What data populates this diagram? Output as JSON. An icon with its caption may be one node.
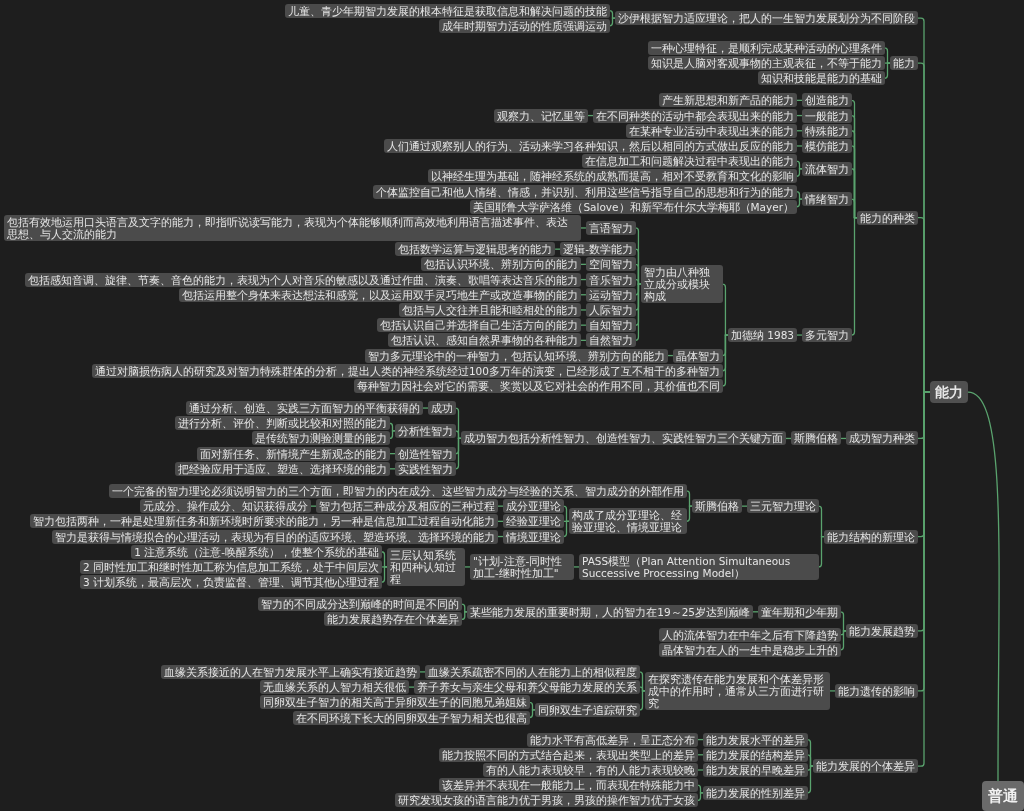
{
  "diagram": {
    "nodes": [
      {
        "text": [
          "能力"
        ]
      },
      {
        "text": [
          "沙伊根据智力适应理论，把人的一生智力发展划分为不同阶段"
        ]
      },
      {
        "text": [
          "儿童、青少年期智力发展的根本特征是获取信息和解决问题的技能"
        ]
      },
      {
        "text": [
          "成年时期智力活动的性质强调运动"
        ]
      },
      {
        "text": [
          "能力"
        ]
      },
      {
        "text": [
          "一种心理特征，是顺利完成某种活动的心理条件"
        ]
      },
      {
        "text": [
          "知识是人脑对客观事物的主观表征，不等于能力"
        ]
      },
      {
        "text": [
          "知识和技能是能力的基础"
        ]
      },
      {
        "text": [
          "能力的种类"
        ]
      },
      {
        "text": [
          "创造能力"
        ]
      },
      {
        "text": [
          "产生新思想和新产品的能力"
        ]
      },
      {
        "text": [
          "一般能力"
        ]
      },
      {
        "text": [
          "在不同种类的活动中都会表现出来的能力"
        ]
      },
      {
        "text": [
          "观察力、记忆里等"
        ]
      },
      {
        "text": [
          "特殊能力"
        ]
      },
      {
        "text": [
          "在某种专业活动中表现出来的能力"
        ]
      },
      {
        "text": [
          "模仿能力"
        ]
      },
      {
        "text": [
          "人们通过观察别人的行为、活动来学习各种知识，然后以相同的方式做出反应的能力"
        ]
      },
      {
        "text": [
          "流体智力"
        ]
      },
      {
        "text": [
          "在信息加工和问题解决过程中表现出的能力"
        ]
      },
      {
        "text": [
          "以神经生理为基础，随神经系统的成熟而提高，相对不受教育和文化的影响"
        ]
      },
      {
        "text": [
          "情绪智力"
        ]
      },
      {
        "text": [
          "个体监控自己和他人情绪、情感，并识别、利用这些信号指导自己的思想和行为的能力"
        ]
      },
      {
        "text": [
          "美国耶鲁大学萨洛维（Salove）和新罕布什尔大学梅耶（Mayer）"
        ]
      },
      {
        "text": [
          "多元智力"
        ]
      },
      {
        "text": [
          "加德纳 1983"
        ]
      },
      {
        "text": [
          "智力由八种独立成分或模块构成"
        ]
      },
      {
        "text": [
          "言语智力"
        ]
      },
      {
        "text": [
          "包括有效地运用口头语言及文字的能力，即指听说读写能力，表现为个体能够顺利而高效地利用语言描述事件、表达思想、与人交流的能力"
        ]
      },
      {
        "text": [
          "逻辑-数学能力"
        ]
      },
      {
        "text": [
          "包括数学运算与逻辑思考的能力"
        ]
      },
      {
        "text": [
          "空间智力"
        ]
      },
      {
        "text": [
          "包括认识环境、辨别方向的能力"
        ]
      },
      {
        "text": [
          "音乐智力"
        ]
      },
      {
        "text": [
          "包括感知音调、旋律、节奏、音色的能力，表现为个人对音乐的敏感以及通过作曲、演奏、歌唱等表达音乐的能力"
        ]
      },
      {
        "text": [
          "运动智力"
        ]
      },
      {
        "text": [
          "包括运用整个身体来表达想法和感觉，以及运用双手灵巧地生产或改造事物的能力"
        ]
      },
      {
        "text": [
          "人际智力"
        ]
      },
      {
        "text": [
          "包括与人交往并且能和睦相处的能力"
        ]
      },
      {
        "text": [
          "自知智力"
        ]
      },
      {
        "text": [
          "包括认识自己并选择自己生活方向的能力"
        ]
      },
      {
        "text": [
          "自然智力"
        ]
      },
      {
        "text": [
          "包括认识、感知自然界事物的各种能力"
        ]
      },
      {
        "text": [
          "晶体智力"
        ]
      },
      {
        "text": [
          "智力多元理论中的一种智力，包括认知环境、辨别方向的能力"
        ]
      },
      {
        "text": [
          "通过对脑损伤病人的研究及对智力特殊群体的分析，提出人类的神经系统经过100多万年的演变，已经形成了互不相干的多种智力"
        ]
      },
      {
        "text": [
          "每种智力因社会对它的需要、奖赏以及它对社会的作用不同，其价值也不同"
        ]
      },
      {
        "text": [
          "成功智力种类"
        ]
      },
      {
        "text": [
          "斯腾伯格"
        ]
      },
      {
        "text": [
          "成功智力包括分析性智力、创造性智力、实践性智力三个关键方面"
        ]
      },
      {
        "text": [
          "成功"
        ]
      },
      {
        "text": [
          "通过分析、创造、实践三方面智力的平衡获得的"
        ]
      },
      {
        "text": [
          "分析性智力"
        ]
      },
      {
        "text": [
          "进行分析、评价、判断或比较和对照的能力"
        ]
      },
      {
        "text": [
          "是传统智力测验测量的能力"
        ]
      },
      {
        "text": [
          "创造性智力"
        ]
      },
      {
        "text": [
          "面对新任务、新情境产生新观念的能力"
        ]
      },
      {
        "text": [
          "实践性智力"
        ]
      },
      {
        "text": [
          "把经验应用于适应、塑造、选择环境的能力"
        ]
      },
      {
        "text": [
          "能力结构的新理论"
        ]
      },
      {
        "text": [
          "三元智力理论"
        ]
      },
      {
        "text": [
          "斯腾伯格"
        ]
      },
      {
        "text": [
          "一个完备的智力理论必须说明智力的三个方面，即智力的内在成分、这些智力成分与经验的关系、智力成分的外部作用"
        ]
      },
      {
        "text": [
          "构成了成分亚理论、经验亚理论、情境亚理论"
        ]
      },
      {
        "text": [
          "成分亚理论"
        ]
      },
      {
        "text": [
          "智力包括三种成分及相应的三种过程"
        ]
      },
      {
        "text": [
          "元成分、操作成分、知识获得成分"
        ]
      },
      {
        "text": [
          "经验亚理论"
        ]
      },
      {
        "text": [
          "智力包括两种，一种是处理新任务和新环境时所要求的能力，另一种是信息加工过程自动化能力"
        ]
      },
      {
        "text": [
          "情境亚理论"
        ]
      },
      {
        "text": [
          "智力是获得与情境拟合的心理活动，表现为有目的的适应环境、塑造环境、选择环境的能力"
        ]
      },
      {
        "text": [
          "PASS模型（Plan Attention Simultaneous Successive Processing Model）"
        ]
      },
      {
        "text": [
          "\"计划-注意-同时性加工-继时性加工\""
        ]
      },
      {
        "text": [
          "三层认知系统和四种认知过程"
        ]
      },
      {
        "text": [
          "1 注意系统（注意-唤醒系统），使整个系统的基础"
        ]
      },
      {
        "text": [
          "2 同时性加工和继时性加工称为信息加工系统，处于中间层次"
        ]
      },
      {
        "text": [
          "3 计划系统，最高层次，负责监督、管理、调节其他心理过程"
        ]
      },
      {
        "text": [
          "能力发展趋势"
        ]
      },
      {
        "text": [
          "童年期和少年期"
        ]
      },
      {
        "text": [
          "某些能力发展的重要时期，人的智力在19～25岁达到巅峰"
        ]
      },
      {
        "text": [
          "智力的不同成分达到巅峰的时间是不同的"
        ]
      },
      {
        "text": [
          "能力发展趋势存在个体差异"
        ]
      },
      {
        "text": [
          "人的流体智力在中年之后有下降趋势"
        ]
      },
      {
        "text": [
          "晶体智力在人的一生中是稳步上升的"
        ]
      },
      {
        "text": [
          "能力遗传的影响"
        ]
      },
      {
        "text": [
          "在探究遗传在能力发展和个体差异形成中的作用时，通常从三方面进行研究"
        ]
      },
      {
        "text": [
          "血缘关系疏密不同的人在能力上的相似程度"
        ]
      },
      {
        "text": [
          "血缘关系接近的人在智力发展水平上确实有接近趋势"
        ]
      },
      {
        "text": [
          "养子养女与亲生父母和养父母能力发展的关系"
        ]
      },
      {
        "text": [
          "无血缘关系的人智力相关很低"
        ]
      },
      {
        "text": [
          "同卵双生子追踪研究"
        ]
      },
      {
        "text": [
          "同卵双生子智力的相关高于异卵双生子的同胞兄弟姐妹"
        ]
      },
      {
        "text": [
          "在不同环境下长大的同卵双生子智力相关也很高"
        ]
      },
      {
        "text": [
          "能力发展的个体差异"
        ]
      },
      {
        "text": [
          "能力发展水平的差异"
        ]
      },
      {
        "text": [
          "能力水平有高低差异，呈正态分布"
        ]
      },
      {
        "text": [
          "能力发展的结构差异"
        ]
      },
      {
        "text": [
          "能力按照不同的方式结合起来，表现出类型上的差异"
        ]
      },
      {
        "text": [
          "能力发展的早晚差异"
        ]
      },
      {
        "text": [
          "有的人能力表现较早，有的人能力表现较晚"
        ]
      },
      {
        "text": [
          "能力发展的性别差异"
        ]
      },
      {
        "text": [
          "该差异并不表现在一般能力上，而表现在特殊能力中"
        ]
      },
      {
        "text": [
          "研究发现女孩的语言能力优于男孩，男孩的操作智力优于女孩"
        ]
      },
      {
        "text": [
          "普通"
        ]
      }
    ],
    "edges": [
      {
        "from": 0,
        "to": 1,
        "arrow": "none"
      },
      {
        "from": 1,
        "to": 2,
        "arrow": "none"
      },
      {
        "from": 1,
        "to": 3,
        "arrow": "none"
      },
      {
        "from": 0,
        "to": 4,
        "arrow": "none"
      },
      {
        "from": 4,
        "to": 5,
        "arrow": "none"
      },
      {
        "from": 4,
        "to": 6,
        "arrow": "none"
      },
      {
        "from": 4,
        "to": 7,
        "arrow": "none"
      },
      {
        "from": 0,
        "to": 8,
        "arrow": "none"
      },
      {
        "from": 8,
        "to": 9,
        "arrow": "none"
      },
      {
        "from": 9,
        "to": 10,
        "arrow": "none"
      },
      {
        "from": 8,
        "to": 11,
        "arrow": "none"
      },
      {
        "from": 11,
        "to": 12,
        "arrow": "none"
      },
      {
        "from": 12,
        "to": 13,
        "arrow": "none"
      },
      {
        "from": 8,
        "to": 14,
        "arrow": "none"
      },
      {
        "from": 14,
        "to": 15,
        "arrow": "none"
      },
      {
        "from": 8,
        "to": 16,
        "arrow": "none"
      },
      {
        "from": 16,
        "to": 17,
        "arrow": "none"
      },
      {
        "from": 8,
        "to": 18,
        "arrow": "none"
      },
      {
        "from": 18,
        "to": 19,
        "arrow": "none"
      },
      {
        "from": 18,
        "to": 20,
        "arrow": "none"
      },
      {
        "from": 8,
        "to": 21,
        "arrow": "none"
      },
      {
        "from": 21,
        "to": 22,
        "arrow": "none"
      },
      {
        "from": 21,
        "to": 23,
        "arrow": "none"
      },
      {
        "from": 8,
        "to": 24,
        "arrow": "none"
      },
      {
        "from": 24,
        "to": 25,
        "arrow": "none"
      },
      {
        "from": 25,
        "to": 26,
        "arrow": "none"
      },
      {
        "from": 26,
        "to": 27,
        "arrow": "none"
      },
      {
        "from": 27,
        "to": 28,
        "arrow": "none"
      },
      {
        "from": 26,
        "to": 29,
        "arrow": "none"
      },
      {
        "from": 29,
        "to": 30,
        "arrow": "none"
      },
      {
        "from": 26,
        "to": 31,
        "arrow": "none"
      },
      {
        "from": 31,
        "to": 32,
        "arrow": "none"
      },
      {
        "from": 26,
        "to": 33,
        "arrow": "none"
      },
      {
        "from": 33,
        "to": 34,
        "arrow": "none"
      },
      {
        "from": 26,
        "to": 35,
        "arrow": "none"
      },
      {
        "from": 35,
        "to": 36,
        "arrow": "none"
      },
      {
        "from": 26,
        "to": 37,
        "arrow": "none"
      },
      {
        "from": 37,
        "to": 38,
        "arrow": "none"
      },
      {
        "from": 26,
        "to": 39,
        "arrow": "none"
      },
      {
        "from": 39,
        "to": 40,
        "arrow": "none"
      },
      {
        "from": 26,
        "to": 41,
        "arrow": "none"
      },
      {
        "from": 41,
        "to": 42,
        "arrow": "none"
      },
      {
        "from": 25,
        "to": 43,
        "arrow": "none"
      },
      {
        "from": 43,
        "to": 44,
        "arrow": "none"
      },
      {
        "from": 25,
        "to": 45,
        "arrow": "none"
      },
      {
        "from": 25,
        "to": 46,
        "arrow": "none"
      },
      {
        "from": 0,
        "to": 47,
        "arrow": "none"
      },
      {
        "from": 47,
        "to": 48,
        "arrow": "none"
      },
      {
        "from": 48,
        "to": 49,
        "arrow": "none"
      },
      {
        "from": 49,
        "to": 50,
        "arrow": "none"
      },
      {
        "from": 50,
        "to": 51,
        "arrow": "none"
      },
      {
        "from": 49,
        "to": 52,
        "arrow": "none"
      },
      {
        "from": 52,
        "to": 53,
        "arrow": "none"
      },
      {
        "from": 52,
        "to": 54,
        "arrow": "none"
      },
      {
        "from": 49,
        "to": 55,
        "arrow": "none"
      },
      {
        "from": 55,
        "to": 56,
        "arrow": "none"
      },
      {
        "from": 49,
        "to": 57,
        "arrow": "none"
      },
      {
        "from": 57,
        "to": 58,
        "arrow": "none"
      },
      {
        "from": 0,
        "to": 59,
        "arrow": "none"
      },
      {
        "from": 59,
        "to": 60,
        "arrow": "none"
      },
      {
        "from": 60,
        "to": 61,
        "arrow": "none"
      },
      {
        "from": 61,
        "to": 62,
        "arrow": "none"
      },
      {
        "from": 61,
        "to": 63,
        "arrow": "none"
      },
      {
        "from": 63,
        "to": 64,
        "arrow": "none"
      },
      {
        "from": 64,
        "to": 65,
        "arrow": "none"
      },
      {
        "from": 65,
        "to": 66,
        "arrow": "none"
      },
      {
        "from": 63,
        "to": 67,
        "arrow": "none"
      },
      {
        "from": 67,
        "to": 68,
        "arrow": "none"
      },
      {
        "from": 63,
        "to": 69,
        "arrow": "none"
      },
      {
        "from": 69,
        "to": 70,
        "arrow": "none"
      },
      {
        "from": 59,
        "to": 71,
        "arrow": "none"
      },
      {
        "from": 71,
        "to": 72,
        "arrow": "none"
      },
      {
        "from": 72,
        "to": 73,
        "arrow": "none"
      },
      {
        "from": 73,
        "to": 74,
        "arrow": "none"
      },
      {
        "from": 73,
        "to": 75,
        "arrow": "none"
      },
      {
        "from": 73,
        "to": 76,
        "arrow": "none"
      },
      {
        "from": 0,
        "to": 77,
        "arrow": "none"
      },
      {
        "from": 77,
        "to": 78,
        "arrow": "none"
      },
      {
        "from": 78,
        "to": 79,
        "arrow": "none"
      },
      {
        "from": 79,
        "to": 80,
        "arrow": "none"
      },
      {
        "from": 79,
        "to": 81,
        "arrow": "none"
      },
      {
        "from": 77,
        "to": 82,
        "arrow": "none"
      },
      {
        "from": 77,
        "to": 83,
        "arrow": "none"
      },
      {
        "from": 0,
        "to": 84,
        "arrow": "none"
      },
      {
        "from": 84,
        "to": 85,
        "arrow": "none"
      },
      {
        "from": 85,
        "to": 86,
        "arrow": "none"
      },
      {
        "from": 86,
        "to": 87,
        "arrow": "none"
      },
      {
        "from": 85,
        "to": 88,
        "arrow": "none"
      },
      {
        "from": 88,
        "to": 89,
        "arrow": "none"
      },
      {
        "from": 85,
        "to": 90,
        "arrow": "none"
      },
      {
        "from": 90,
        "to": 91,
        "arrow": "none"
      },
      {
        "from": 90,
        "to": 92,
        "arrow": "none"
      },
      {
        "from": 0,
        "to": 93,
        "arrow": "none"
      },
      {
        "from": 93,
        "to": 94,
        "arrow": "none"
      },
      {
        "from": 94,
        "to": 95,
        "arrow": "none"
      },
      {
        "from": 93,
        "to": 96,
        "arrow": "none"
      },
      {
        "from": 96,
        "to": 97,
        "arrow": "none"
      },
      {
        "from": 93,
        "to": 98,
        "arrow": "none"
      },
      {
        "from": 98,
        "to": 99,
        "arrow": "none"
      },
      {
        "from": 93,
        "to": 100,
        "arrow": "none"
      },
      {
        "from": 100,
        "to": 101,
        "arrow": "none"
      },
      {
        "from": 100,
        "to": 102,
        "arrow": "none"
      },
      {
        "from": 103,
        "to": 0,
        "arrow": "none"
      }
    ]
  }
}
